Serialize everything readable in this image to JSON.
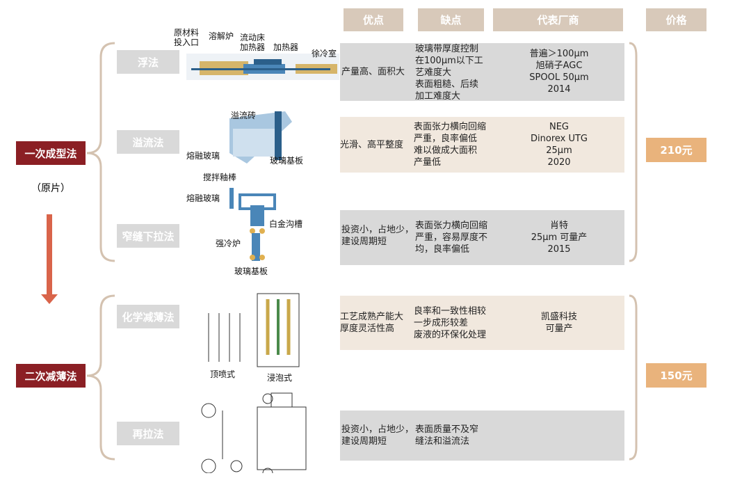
{
  "headers": {
    "pros": "优点",
    "cons": "缺点",
    "vendor": "代表厂商",
    "price": "价格"
  },
  "categories": [
    {
      "label": "一次成型法",
      "sub": "（原片）"
    },
    {
      "label": "二次减薄法"
    }
  ],
  "methods": [
    "浮法",
    "溢流法",
    "窄缝下拉法",
    "化学减薄法",
    "再拉法"
  ],
  "rows": [
    {
      "pros": "产量高、面积大",
      "cons": "玻璃带厚度控制\n在100μm以下工\n艺难度大\n表面粗糙、后续\n加工难度大",
      "vendor": "普遍＞100μm\n旭硝子AGC\nSPOOL 50μm\n2014"
    },
    {
      "pros": "光滑、高平整度",
      "cons": "表面张力横向回缩\n严重，良率偏低\n难以做成大面积\n产量低",
      "vendor": "NEG\nDinorex UTG\n25μm\n2020"
    },
    {
      "pros": "投资小，占地少，\n建设周期短",
      "cons": "表面张力横向回缩\n严重，容易厚度不\n均，良率偏低",
      "vendor": "肖特\n25μm 可量产\n2015"
    },
    {
      "pros": "工艺成熟产能大\n厚度灵活性高",
      "cons": "良率和一致性相较\n一步成形较差\n废液的环保化处理",
      "vendor": "凯盛科技\n可量产"
    },
    {
      "pros": "投资小，占地少，\n建设周期短",
      "cons": "表面质量不及窄\n  缝法和溢流法",
      "vendor": ""
    }
  ],
  "prices": [
    "210元",
    "150元"
  ],
  "diagram_labels": {
    "float": [
      "原材料\n投入口",
      "溶解炉",
      "流动床\n加热器",
      "加热器",
      "徐冷室"
    ],
    "overflow": [
      "溢流砖",
      "熔融玻璃",
      "玻璃基板"
    ],
    "slot": [
      "搅拌釉棒",
      "熔融玻璃",
      "白金沟槽",
      "强冷炉",
      "玻璃基板"
    ],
    "chem": [
      "顶喷式",
      "浸泡式"
    ]
  },
  "colors": {
    "category": "#8b1f24",
    "header": "#d8c9ba",
    "price": "#e9b37c",
    "arrow": "#d9644a"
  }
}
